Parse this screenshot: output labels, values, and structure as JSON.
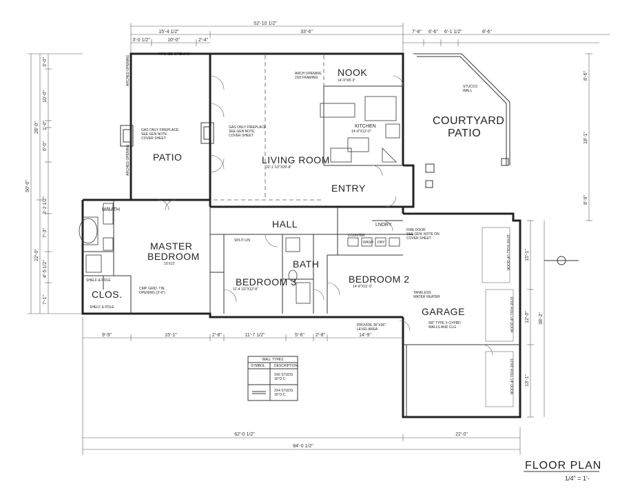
{
  "rooms": {
    "nook": {
      "name": "NOOK",
      "size": "14'-9\"X8'-3\""
    },
    "courtyard": [
      "COURTYARD",
      "PATIO"
    ],
    "patio": "PATIO",
    "living": {
      "name": "LIVING ROOM",
      "size": "22'-1 1/2\"X29'-8\""
    },
    "kitchen": {
      "name": "KITCHEN",
      "size": "14'-8\"X12'-0\""
    },
    "entry": "ENTRY",
    "hall": "HALL",
    "mbath": "M/BATH",
    "master": {
      "name": [
        "MASTER",
        "BEDROOM"
      ],
      "size": "15'X21'"
    },
    "clos": "CLOS.",
    "bed3": {
      "name": "BEDROOM 3",
      "size": "11'-4 1/2\"X12'-8\""
    },
    "bath": "BATH",
    "bed2": {
      "name": "BEDROOM 2",
      "size": "14'-8\"X11'-0\""
    },
    "garage": "GARAGE",
    "lndry": "LNDRY"
  },
  "notes": {
    "arched_opening": "ARCHED OPENING",
    "arch_opening": [
      "ARCH OPENING",
      "2X8 FRAMING"
    ],
    "fireplace_l": [
      "GAS ONLY FIREPLACE",
      "SEE GEN NOTE",
      "COVER SHEET"
    ],
    "fireplace_r": [
      "GAS ONLY FIREPLACE",
      "SEE GEN NOTE",
      "COVER SHEET"
    ],
    "stucco": [
      "STUCCO",
      "WALL"
    ],
    "garage_walls": [
      "5/8\" TYPE X GYPBD",
      "WALLS AND CLG"
    ],
    "tankless": [
      "TANKLESS",
      "WATER HEATER"
    ],
    "level": [
      "PROVIDE 36\"X36\"",
      "LEVEL AREA"
    ],
    "cased": [
      "CMP. GRID. TIN.",
      "OPENING (3'-6\")"
    ],
    "split_lin": "SPLIT LIN",
    "shelf_pole": "SHELF & POLE",
    "counter": "COUNTER",
    "wash": "WASH",
    "dry": "DRY",
    "fire_door": [
      "FIRE DOOR",
      "SEE GEN. NOTE ON",
      "COVER SHEET"
    ],
    "roll_door": "10'X8' ROLL UP DOOR"
  },
  "dims": {
    "top_overall": "52'-10 1/2\"",
    "top_a": "15'-4 1/2\"",
    "top_b": "33'-6\"",
    "top_c1": "3'-0 1/2\"",
    "top_c2": "10'-0\"",
    "top_c3": "2'-4\"",
    "top_r": [
      "7'-8\"",
      "6'-6\"",
      "6'-1 1/2\"",
      "8'-6\""
    ],
    "left_overall": "50'-0\"",
    "left_a": "28'-0\"",
    "left_b": "22'-0\"",
    "left_segs": [
      "3'-0\"",
      "10'-0\"",
      "1'-0\"",
      "6'-0\"",
      "3'-2 1/2\"",
      "7'-3\"",
      "4'-5 1/2\"",
      "7'-1\""
    ],
    "bottom_segs": [
      "9'-9\"",
      "15'-1\"",
      "2'-8\"",
      "11'-7 1/2\"",
      "5'-6\"",
      "2'-8\"",
      "14'-9\""
    ],
    "bottom_a": "62'-0 1/2\"",
    "bottom_b": "22'-0\"",
    "bottom_overall": "84'-0 1/2\"",
    "right_a": "15'-1\"",
    "right_b": "12'-0\"",
    "right_c": "13'-1\"",
    "right_overall": "38'-2\"",
    "right_top": [
      "8'-6\"",
      "18'-1\"",
      "8'-9\""
    ]
  },
  "wall_types": {
    "title": "WALL TYPES",
    "col1": "SYMBOL",
    "col2": "DESCRIPTION",
    "row1": [
      "2X6 STUDS",
      "16\"O.C."
    ],
    "row2": [
      "2X4 STUDS",
      "16\"O.C."
    ]
  },
  "title_block": {
    "title": "FLOOR PLAN",
    "scale": "1/4\" = 1'-"
  }
}
